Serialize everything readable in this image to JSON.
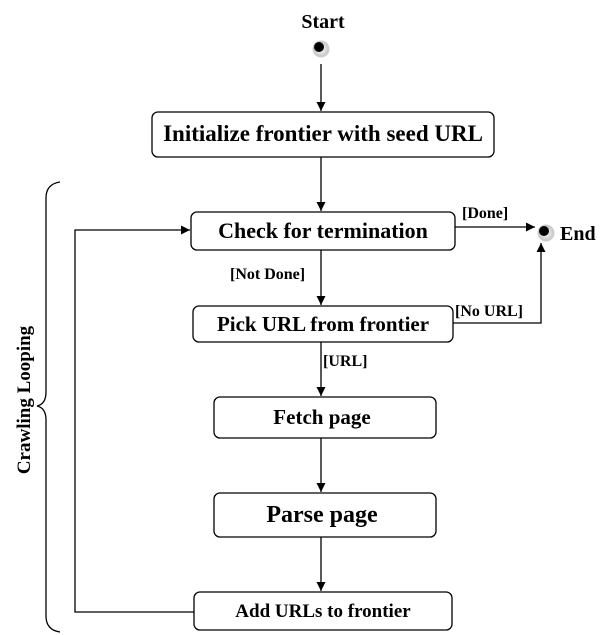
{
  "terminals": {
    "start_label": "Start",
    "end_label": "End"
  },
  "nodes": {
    "init": "Initialize frontier with seed URL",
    "check": "Check for termination",
    "pick": "Pick URL from frontier",
    "fetch": "Fetch page",
    "parse": "Parse page",
    "add": "Add URLs to frontier"
  },
  "guards": {
    "done": "[Done]",
    "not_done": "[Not Done]",
    "no_url": "[No URL]",
    "url": "[URL]"
  },
  "loop_label": "Crawling Looping",
  "colors": {
    "line": "#000000",
    "node_fill": "#ffffff"
  }
}
